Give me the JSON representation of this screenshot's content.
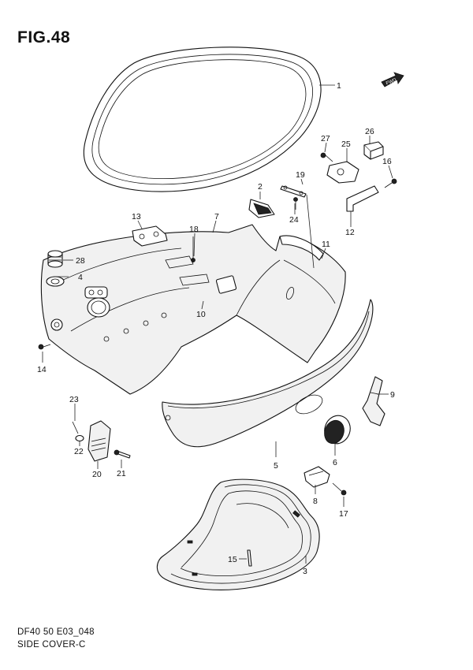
{
  "header": {
    "figure_title": "FIG.48"
  },
  "footer": {
    "code": "DF40 50 E03_048",
    "name": "SIDE COVER-C"
  },
  "fwd_badge": {
    "label": "FWD"
  },
  "callouts": [
    {
      "id": "c1",
      "label": "1"
    },
    {
      "id": "c2",
      "label": "2"
    },
    {
      "id": "c3",
      "label": "3"
    },
    {
      "id": "c4",
      "label": "4"
    },
    {
      "id": "c5",
      "label": "5"
    },
    {
      "id": "c6",
      "label": "6"
    },
    {
      "id": "c7",
      "label": "7"
    },
    {
      "id": "c8",
      "label": "8"
    },
    {
      "id": "c9",
      "label": "9"
    },
    {
      "id": "c10",
      "label": "10"
    },
    {
      "id": "c11",
      "label": "11"
    },
    {
      "id": "c12",
      "label": "12"
    },
    {
      "id": "c13",
      "label": "13"
    },
    {
      "id": "c14",
      "label": "14"
    },
    {
      "id": "c15",
      "label": "15"
    },
    {
      "id": "c16",
      "label": "16"
    },
    {
      "id": "c17",
      "label": "17"
    },
    {
      "id": "c18",
      "label": "18"
    },
    {
      "id": "c19",
      "label": "19"
    },
    {
      "id": "c20",
      "label": "20"
    },
    {
      "id": "c21",
      "label": "21"
    },
    {
      "id": "c22",
      "label": "22"
    },
    {
      "id": "c23",
      "label": "23"
    },
    {
      "id": "c24",
      "label": "24"
    },
    {
      "id": "c25",
      "label": "25"
    },
    {
      "id": "c26",
      "label": "26"
    },
    {
      "id": "c27",
      "label": "27"
    },
    {
      "id": "c28",
      "label": "28"
    }
  ]
}
